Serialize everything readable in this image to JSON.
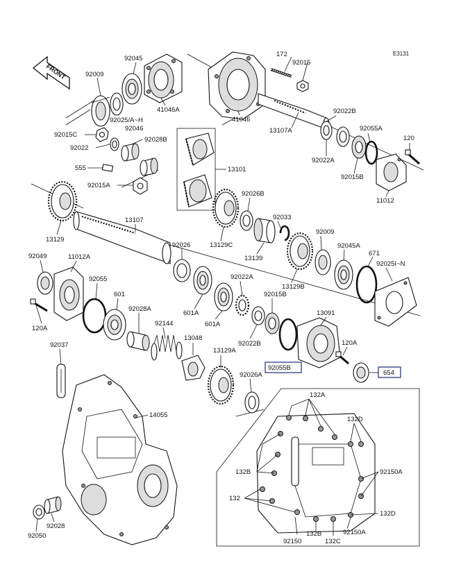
{
  "diagram": {
    "code": "E3131",
    "front_label": "FRONT",
    "labels": {
      "p92045": "92045",
      "p172": "172",
      "p92015": "92015",
      "p92009_top": "92009",
      "p92025": "92025/A~H",
      "p41046a": "41046A",
      "p41046": "41046",
      "p92022b_top": "92022B",
      "p13107a": "13107A",
      "p92055a": "92055A",
      "p120_top": "120",
      "p92015c": "92015C",
      "p92046": "92046",
      "p92022": "92022",
      "p92028b": "92028B",
      "p92022a": "92022A",
      "p92015b_top": "92015B",
      "p11012": "11012",
      "p555": "555",
      "p13101": "13101",
      "p92015a": "92015A",
      "p92026b": "92026B",
      "p13107": "13107",
      "p92033": "92033",
      "p13129": "13129",
      "p13129c": "13129C",
      "p13139": "13139",
      "p92009_mid": "92009",
      "p92026": "92026",
      "p92045a": "92045A",
      "p671": "671",
      "p92049": "92049",
      "p11012a": "11012A",
      "p92025i": "92025I~N",
      "p13129b": "13129B",
      "p92022a_mid": "92022A",
      "p92055": "92055",
      "p601": "601",
      "p92015b_mid": "92015B",
      "p13091": "13091",
      "p92028a": "92028A",
      "p601a": "601A",
      "p601a2": "601A",
      "p92144": "92144",
      "p120a_left": "120A",
      "p92022b_mid": "92022B",
      "p120a_right": "120A",
      "p13048": "13048",
      "p92037": "92037",
      "p13129a": "13129A",
      "p92055b": "92055B",
      "p654": "654",
      "p92026a": "92026A",
      "p14055": "14055",
      "p132a": "132A",
      "p132d_top": "132D",
      "p132b_left": "132B",
      "p92150a_right": "92150A",
      "p132": "132",
      "p132d_right": "132D",
      "p92028": "92028",
      "p92050": "92050",
      "p92150": "92150",
      "p132b_bot": "132B",
      "p132c": "132C",
      "p92150a_bot": "92150A"
    }
  }
}
